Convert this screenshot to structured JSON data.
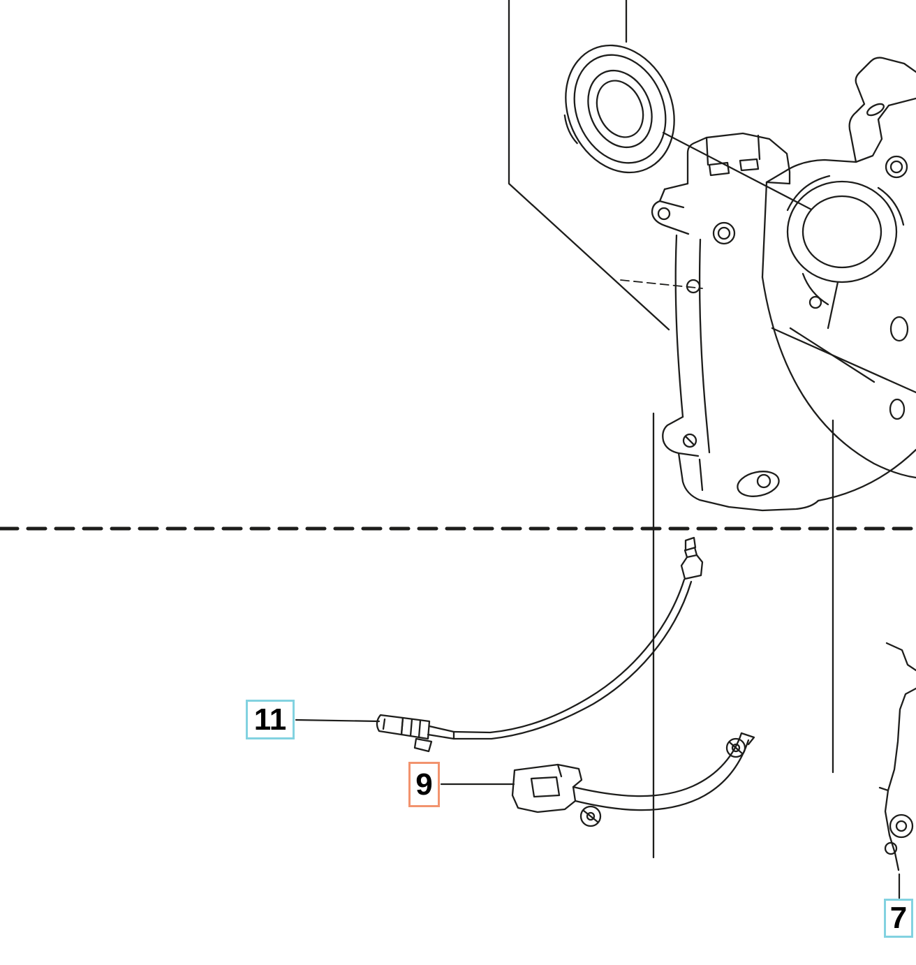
{
  "figure": {
    "description": "Exploded-view spare parts line drawing with numbered callouts",
    "background_color": "#ffffff",
    "line_color": "#1d1d1b",
    "callout_border_colors": {
      "cyan": "#82d2e0",
      "orange": "#f2936e"
    }
  },
  "labels": [
    {
      "text": "11",
      "color_style": "cyan"
    },
    {
      "text": "9",
      "color_style": "orange"
    },
    {
      "text": "7",
      "color_style": "cyan"
    }
  ]
}
